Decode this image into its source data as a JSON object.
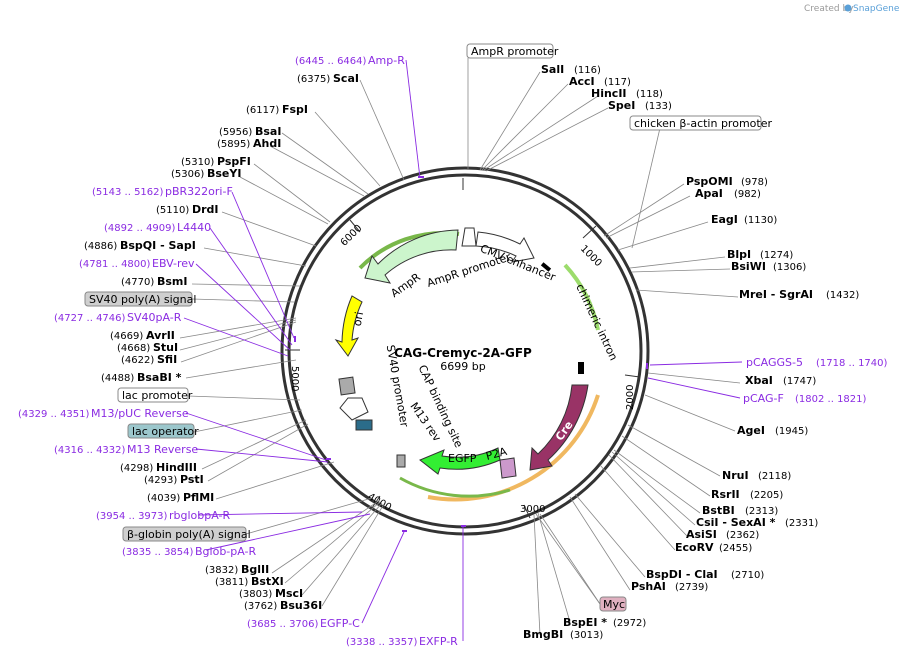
{
  "credit": {
    "prefix": "Created by",
    "brand": "SnapGene"
  },
  "plasmid": {
    "name": "CAG-Cremyc-2A-GFP",
    "length": "6699 bp"
  },
  "sites": [
    {
      "name": "SalI",
      "pos": "(116)"
    },
    {
      "name": "AccI",
      "pos": "(117)"
    },
    {
      "name": "HincII",
      "pos": "(118)"
    },
    {
      "name": "SpeI",
      "pos": "(133)"
    },
    {
      "name": "PspOMI",
      "pos": "(978)"
    },
    {
      "name": "ApaI",
      "pos": "(982)"
    },
    {
      "name": "EagI",
      "pos": "(1130)"
    },
    {
      "name": "BlpI",
      "pos": "(1274)"
    },
    {
      "name": "BsiWI",
      "pos": "(1306)"
    },
    {
      "name": "MreI  - SgrAI",
      "pos": "(1432)"
    },
    {
      "name": "XbaI",
      "pos": "(1747)"
    },
    {
      "name": "AgeI",
      "pos": "(1945)"
    },
    {
      "name": "NruI",
      "pos": "(2118)"
    },
    {
      "name": "RsrII",
      "pos": "(2205)"
    },
    {
      "name": "BstBI",
      "pos": "(2313)"
    },
    {
      "name": "CsiI  - SexAI *",
      "pos": "(2331)"
    },
    {
      "name": "AsiSI",
      "pos": "(2362)"
    },
    {
      "name": "EcoRV",
      "pos": "(2455)"
    },
    {
      "name": "BspDI  - ClaI",
      "pos": "(2710)"
    },
    {
      "name": "PshAI",
      "pos": "(2739)"
    },
    {
      "name": "BspEI *",
      "pos": "(2972)"
    },
    {
      "name": "BmgBI",
      "pos": "(3013)"
    },
    {
      "name": "ScaI",
      "pos": "(6375)"
    },
    {
      "name": "FspI",
      "pos": "(6117)"
    },
    {
      "name": "BsaI",
      "pos": "(5956)"
    },
    {
      "name": "AhdI",
      "pos": "(5895)"
    },
    {
      "name": "PspFI",
      "pos": "(5310)"
    },
    {
      "name": "BseYI",
      "pos": "(5306)"
    },
    {
      "name": "DrdI",
      "pos": "(5110)"
    },
    {
      "name": "BspQI  - SapI",
      "pos": "(4886)"
    },
    {
      "name": "BsmI",
      "pos": "(4770)"
    },
    {
      "name": "AvrII",
      "pos": "(4669)"
    },
    {
      "name": "StuI",
      "pos": "(4668)"
    },
    {
      "name": "SfiI",
      "pos": "(4622)"
    },
    {
      "name": "BsaBI *",
      "pos": "(4488)"
    },
    {
      "name": "HindIII",
      "pos": "(4298)"
    },
    {
      "name": "PstI",
      "pos": "(4293)"
    },
    {
      "name": "PflMI",
      "pos": "(4039)"
    },
    {
      "name": "BglII",
      "pos": "(3832)"
    },
    {
      "name": "BstXI",
      "pos": "(3811)"
    },
    {
      "name": "MscI",
      "pos": "(3803)"
    },
    {
      "name": "Bsu36I",
      "pos": "(3762)"
    }
  ],
  "primers": [
    {
      "name": "Amp-R",
      "pos": "(6445 .. 6464)"
    },
    {
      "name": "pBR322ori-F",
      "pos": "(5143 .. 5162)"
    },
    {
      "name": "L4440",
      "pos": "(4892 .. 4909)"
    },
    {
      "name": "EBV-rev",
      "pos": "(4781 .. 4800)"
    },
    {
      "name": "SV40pA-R",
      "pos": "(4727 .. 4746)"
    },
    {
      "name": "M13/pUC Reverse",
      "pos": "(4329 .. 4351)"
    },
    {
      "name": "M13 Reverse",
      "pos": "(4316 .. 4332)"
    },
    {
      "name": "rbglobpA-R",
      "pos": "(3954 .. 3973)"
    },
    {
      "name": "Bglob-pA-R",
      "pos": "(3835 .. 3854)"
    },
    {
      "name": "EGFP-C",
      "pos": "(3685 .. 3706)"
    },
    {
      "name": "EXFP-R",
      "pos": "(3338 .. 3357)"
    },
    {
      "name": "pCAGGS-5",
      "pos": "(1718 .. 1740)"
    },
    {
      "name": "pCAG-F",
      "pos": "(1802 .. 1821)"
    }
  ],
  "boxed_labels": [
    {
      "name": "AmpR promoter",
      "color": "#ffffff"
    },
    {
      "name": "chicken β-actin promoter",
      "color": "#ffffff"
    },
    {
      "name": "SV40 poly(A) signal",
      "color": "#cfcfcf"
    },
    {
      "name": "lac promoter",
      "color": "#ffffff"
    },
    {
      "name": "lac operator",
      "color": "#9cc7cc"
    },
    {
      "name": "β-globin poly(A) signal",
      "color": "#cfcfcf"
    },
    {
      "name": "Myc",
      "color": "#e0b0c0"
    }
  ],
  "features": [
    {
      "name": "AmpR",
      "color": "#ccf5cc"
    },
    {
      "name": "AmpR promoter",
      "color": "#ffffff"
    },
    {
      "name": "CMV enhancer",
      "color": "#ffffff"
    },
    {
      "name": "chimeric intron",
      "color": "#ffffff"
    },
    {
      "name": "Cre",
      "color": "#993366"
    },
    {
      "name": "P2A",
      "color": "#cc99cc"
    },
    {
      "name": "EGFP",
      "color": "#33ee33"
    },
    {
      "name": "ori",
      "color": "#ffff00"
    },
    {
      "name": "SV40 promoter",
      "color": "#ffffff"
    },
    {
      "name": "CAP binding site",
      "color": "#ffffff"
    },
    {
      "name": "M13 rev",
      "color": "#ffffff"
    }
  ],
  "ticks": [
    "1000",
    "2000",
    "3000",
    "4000",
    "5000",
    "6000"
  ]
}
